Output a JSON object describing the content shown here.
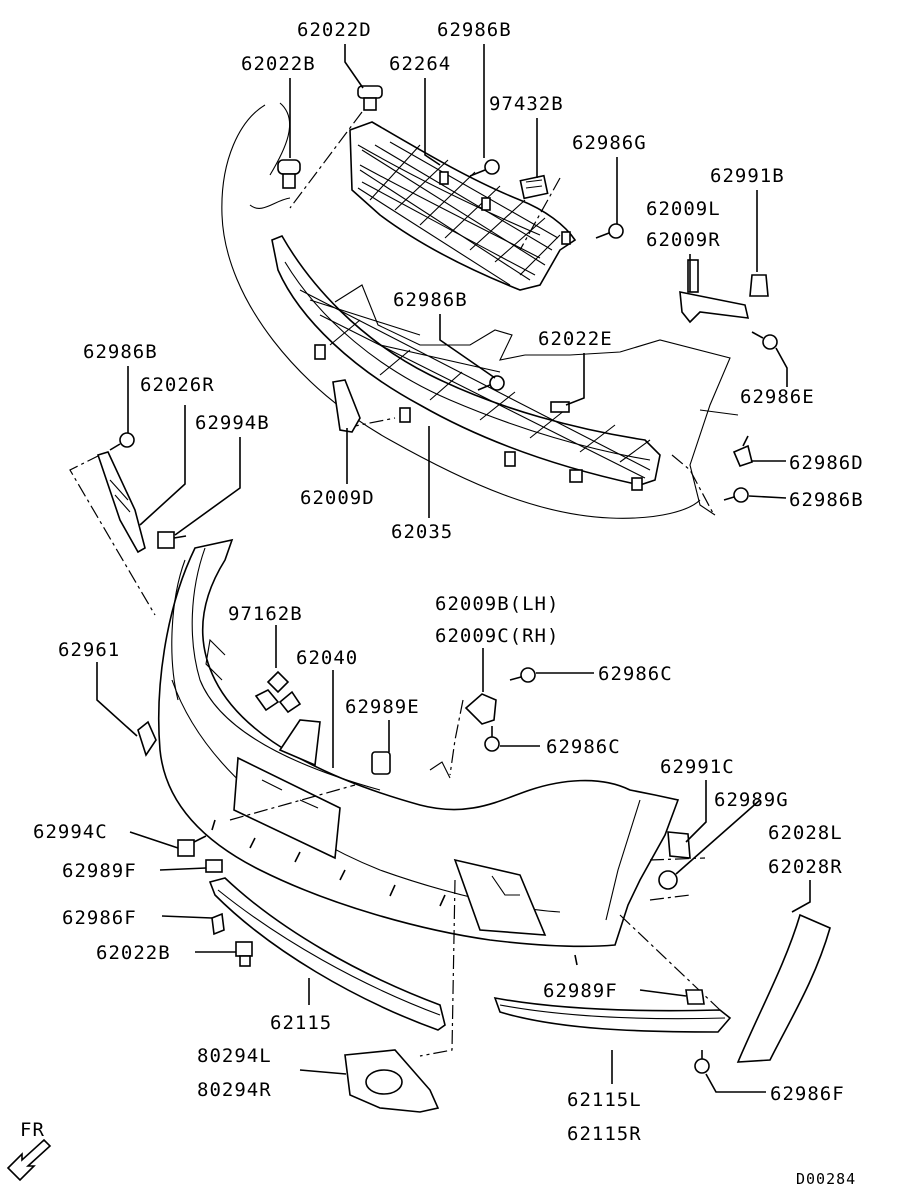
{
  "diagram": {
    "drawing_code": "D00284",
    "direction_label": "FR",
    "callouts": [
      {
        "id": "c01",
        "text": "62022D"
      },
      {
        "id": "c02",
        "text": "62986B"
      },
      {
        "id": "c03",
        "text": "62022B"
      },
      {
        "id": "c04",
        "text": "62264"
      },
      {
        "id": "c05",
        "text": "97432B"
      },
      {
        "id": "c06",
        "text": "62986G"
      },
      {
        "id": "c07",
        "text": "62991B"
      },
      {
        "id": "c08",
        "text": "62009L"
      },
      {
        "id": "c09",
        "text": "62009R"
      },
      {
        "id": "c10",
        "text": "62986B"
      },
      {
        "id": "c11",
        "text": "62022E"
      },
      {
        "id": "c12",
        "text": "62986E"
      },
      {
        "id": "c13",
        "text": "62986B"
      },
      {
        "id": "c14",
        "text": "62026R"
      },
      {
        "id": "c15",
        "text": "62994B"
      },
      {
        "id": "c16",
        "text": "62986D"
      },
      {
        "id": "c17",
        "text": "62986B"
      },
      {
        "id": "c18",
        "text": "62009D"
      },
      {
        "id": "c19",
        "text": "62035"
      },
      {
        "id": "c20",
        "text": "62009B(LH)"
      },
      {
        "id": "c21",
        "text": "62009C(RH)"
      },
      {
        "id": "c22",
        "text": "97162B"
      },
      {
        "id": "c23",
        "text": "62961"
      },
      {
        "id": "c24",
        "text": "62040"
      },
      {
        "id": "c25",
        "text": "62986C"
      },
      {
        "id": "c26",
        "text": "62989E"
      },
      {
        "id": "c27",
        "text": "62986C"
      },
      {
        "id": "c28",
        "text": "62991C"
      },
      {
        "id": "c29",
        "text": "62989G"
      },
      {
        "id": "c30",
        "text": "62994C"
      },
      {
        "id": "c31",
        "text": "62028L"
      },
      {
        "id": "c32",
        "text": "62989F"
      },
      {
        "id": "c33",
        "text": "62028R"
      },
      {
        "id": "c34",
        "text": "62986F"
      },
      {
        "id": "c35",
        "text": "62022B"
      },
      {
        "id": "c36",
        "text": "62989F"
      },
      {
        "id": "c37",
        "text": "62115"
      },
      {
        "id": "c38",
        "text": "80294L"
      },
      {
        "id": "c39",
        "text": "80294R"
      },
      {
        "id": "c40",
        "text": "62986F"
      },
      {
        "id": "c41",
        "text": "62115L"
      },
      {
        "id": "c42",
        "text": "62115R"
      }
    ]
  }
}
